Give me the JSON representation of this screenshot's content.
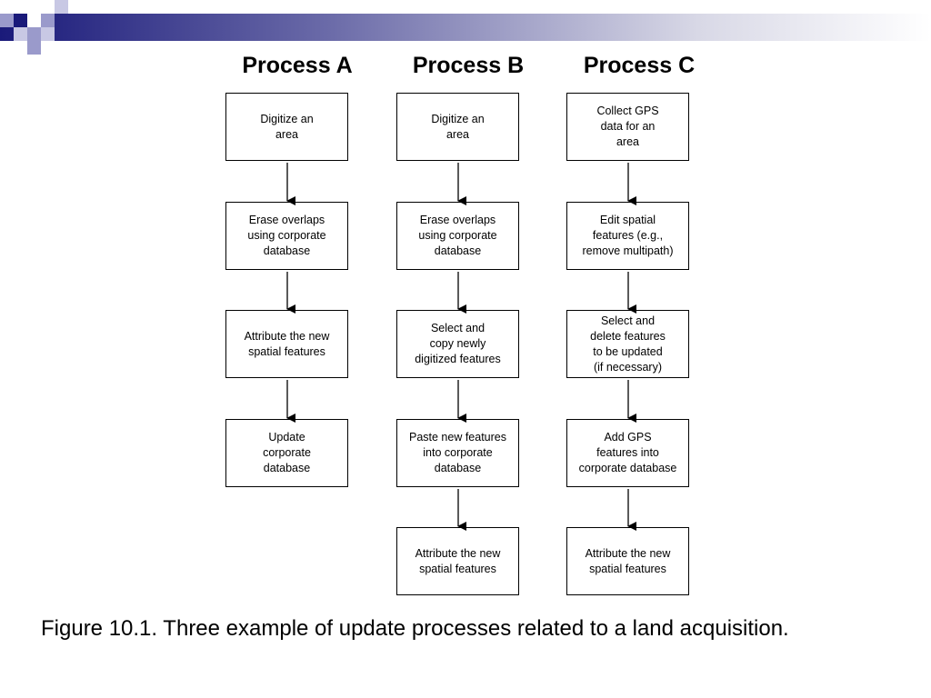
{
  "processes": [
    {
      "title": "Process A",
      "steps": [
        "Digitize an\narea",
        "Erase overlaps\nusing corporate\ndatabase",
        "Attribute the new\nspatial features",
        "Update\ncorporate\ndatabase"
      ]
    },
    {
      "title": "Process B",
      "steps": [
        "Digitize an\narea",
        "Erase overlaps\nusing corporate\ndatabase",
        "Select and\ncopy newly\ndigitized features",
        "Paste new features\ninto corporate\ndatabase",
        "Attribute the new\nspatial features"
      ]
    },
    {
      "title": "Process C",
      "steps": [
        "Collect GPS\ndata for an\narea",
        "Edit spatial\nfeatures (e.g.,\nremove multipath)",
        "Select and\ndelete features\nto be updated\n(if necessary)",
        "Add GPS\nfeatures into\ncorporate database",
        "Attribute the new\nspatial features"
      ]
    }
  ],
  "caption": "Figure 10.1.  Three example of update processes related to a land acquisition."
}
